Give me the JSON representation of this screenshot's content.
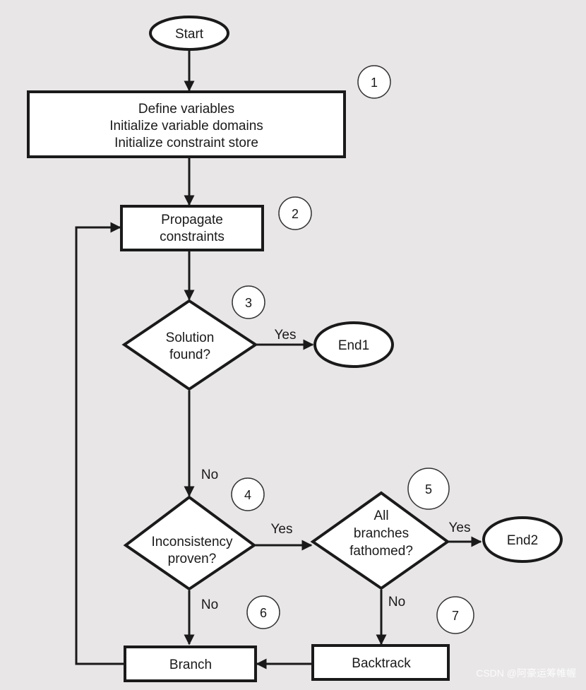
{
  "nodes": {
    "start": "Start",
    "define": [
      "Define variables",
      "Initialize variable domains",
      "Initialize constraint store"
    ],
    "propagate": [
      "Propagate",
      "constraints"
    ],
    "solution": [
      "Solution",
      "found?"
    ],
    "end1": "End1",
    "inconsistency": [
      "Inconsistency",
      "proven?"
    ],
    "fathomed": [
      "All",
      "branches",
      "fathomed?"
    ],
    "end2": "End2",
    "branch": "Branch",
    "backtrack": "Backtrack"
  },
  "edge_labels": {
    "solution_yes": "Yes",
    "solution_no": "No",
    "inconsistency_yes": "Yes",
    "inconsistency_no": "No",
    "fathomed_yes": "Yes",
    "fathomed_no": "No"
  },
  "steps": [
    "1",
    "2",
    "3",
    "4",
    "5",
    "6",
    "7"
  ],
  "watermark": "CSDN @阿豪运筹帷幄",
  "colors": {
    "background": "#e8e6e7",
    "ink": "#1a1a1a",
    "fill": "#ffffff"
  }
}
